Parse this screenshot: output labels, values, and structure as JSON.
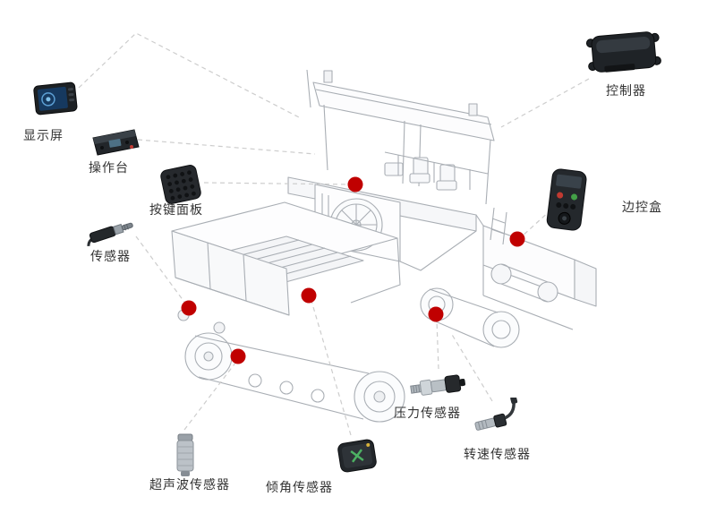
{
  "labels": {
    "display": "显示屏",
    "console": "操作台",
    "keypad": "按键面板",
    "sensor": "传感器",
    "controller": "控制器",
    "side_control": "边控盒",
    "pressure": "压力传感器",
    "speed": "转速传感器",
    "ultrasonic": "超声波传感器",
    "tilt": "倾角传感器"
  },
  "colors": {
    "dot": "#c00000",
    "connector": "#cdcdcd",
    "machine_line": "#a9aeb4",
    "label_text": "#333333",
    "background": "#ffffff"
  }
}
